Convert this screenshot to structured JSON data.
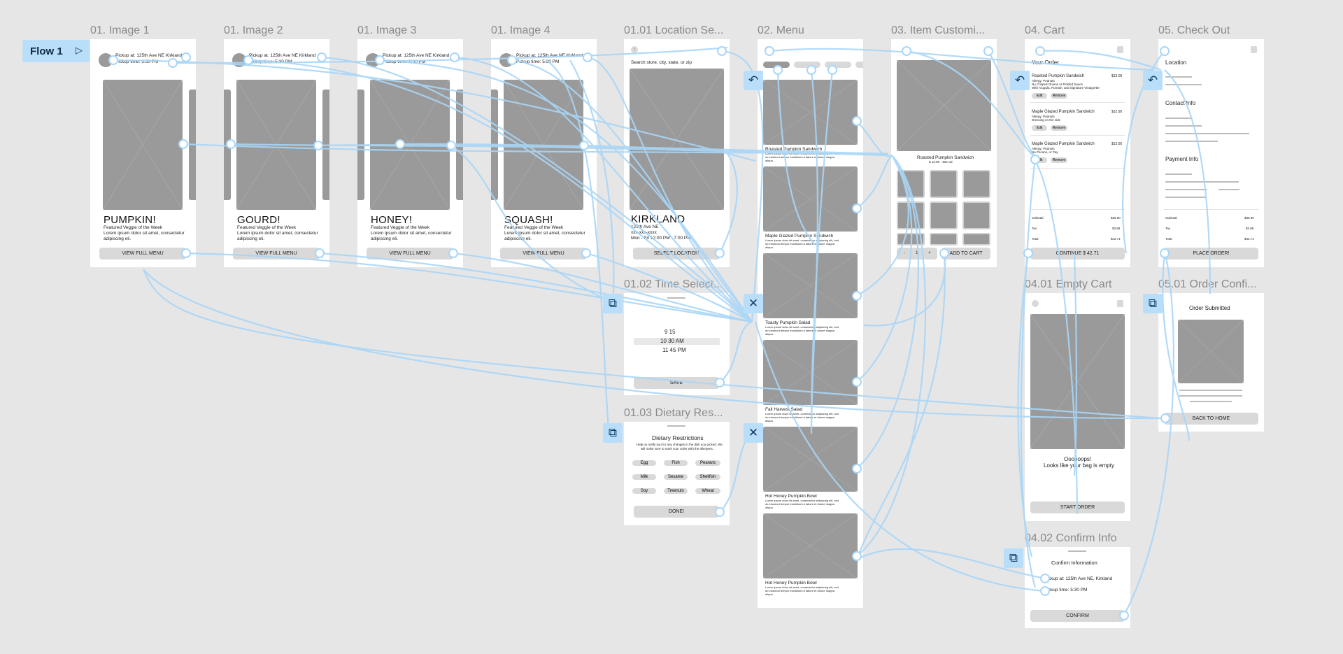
{
  "flow": {
    "label": "Flow 1",
    "play_icon": "play-icon"
  },
  "frames": {
    "image1": {
      "title": "01. Image 1",
      "pickup_at": "Pickup at: 125th Ave NE Kirkland",
      "pickup_time": "Pickup time: 5:30 PM",
      "headline": "PUMPKIN!",
      "sub": "Featured Veggie of the Week",
      "body1": "Lorem ipsum dolor sit amet, consectetur",
      "body2": "adipiscing eli.",
      "button": "VIEW FULL MENU"
    },
    "image2": {
      "title": "01. Image 2",
      "pickup_at": "Pickup at: 125th Ave NE Kirkland",
      "pickup_time": "Pickup time: 5:30 PM",
      "headline": "GOURD!",
      "sub": "Featured Veggie of the Week",
      "body1": "Lorem ipsum dolor sit amet, consectetur",
      "body2": "adipiscing eli.",
      "button": "VIEW FULL MENU"
    },
    "image3": {
      "title": "01. Image 3",
      "pickup_at": "Pickup at: 125th Ave NE Kirkland",
      "pickup_time": "Pickup time: 5:30 PM",
      "headline": "HONEY!",
      "sub": "Featured Veggie of the Week",
      "body1": "Lorem ipsum dolor sit amet, consectetur",
      "body2": "adipiscing eli.",
      "button": "VIEW FULL MENU"
    },
    "image4": {
      "title": "01. Image 4",
      "pickup_at": "Pickup at: 125th Ave NE Kirkland",
      "pickup_time": "Pickup time: 5:30 PM",
      "headline": "SQUASH!",
      "sub": "Featured Veggie of the Week",
      "body1": "Lorem ipsum dolor sit amet, consectetur",
      "body2": "adipiscing eli.",
      "button": "VIEW FULL MENU"
    },
    "location": {
      "title": "01.01 Location Se...",
      "search": "Search store, city, state, or zip",
      "city": "KIRKLAND",
      "addr": "125th Ave NE",
      "phone": "xxx-xxx-xxxx",
      "hours": "Mon - Fri 12:00 PM - 7:00 PM",
      "button": "SELECT LOCATION"
    },
    "time": {
      "title": "01.02 Time Select...",
      "row1": "9   15",
      "row2": "10   30   AM",
      "row3": "11   45   PM",
      "button": "SAVE"
    },
    "dietary": {
      "title": "01.03 Dietary Res...",
      "heading": "Dietary Restrictions",
      "desc1": "Help us notify you for any changes in the dish you picked. We",
      "desc2": "will make sure to mark your order with the allergens.",
      "chips": [
        "Egg",
        "Fish",
        "Peanuts",
        "Milk",
        "Sesame",
        "Shellfish",
        "Soy",
        "Treenuts",
        "Wheat"
      ],
      "button": "DONE!"
    },
    "menu": {
      "title": "02. Menu",
      "items": [
        "Roasted Pumpkin Sandwich",
        "Maple Glazed Pumpkin Sandwich",
        "Toasty Pumpkin Salad",
        "Fall Harvest Salad",
        "Hot Honey Pumpkin Bowl",
        "Hot Honey Pumpkin Bowl"
      ],
      "lorem1": "Lorem ipsum dolor sit amet, consectetur adipiscing elit, sed",
      "lorem2": "do eiusmod tempor incididunt ut labore et dolore magna",
      "lorem3": "aliqua."
    },
    "item": {
      "title": "03. Item Customi...",
      "name": "Roasted Pumpkin Sandwich",
      "price": "$ 12.99 · 450 cal",
      "minus": "-",
      "qty": "1",
      "plus": "+",
      "button": "ADD TO CART"
    },
    "cart": {
      "title": "04. Cart",
      "heading": "Your Order",
      "lines": [
        {
          "name": "Roasted Pumpkin Sandwich",
          "price": "$13.00",
          "d1": "Allergy: Peanuts",
          "d2": "No Crisped Onions or Pickled Sauce",
          "d3": "With Arugula, Romain, and Signature Vinaigrette"
        },
        {
          "name": "Maple Glazed Pumpkin Sandwich",
          "price": "$12.95",
          "d1": "Allergy: Peanuts",
          "d2": "Dressing on the side",
          "d3": ""
        },
        {
          "name": "Maple Glazed Pumpkin Sandwich",
          "price": "$12.95",
          "d1": "Allergy: Peanuts",
          "d2": "No Pecans, or Pay",
          "d3": ""
        }
      ],
      "edit": "Edit",
      "remove": "Remove",
      "subtotal": "Subtotal",
      "subtotal_v": "$38.90",
      "tax": "Tax",
      "tax_v": "$3.88",
      "total": "Total",
      "total_v": "$42.71",
      "button": "CONTINUE $ 42.71"
    },
    "empty": {
      "title": "04.01 Empty Cart",
      "msg1": "Oooooops!",
      "msg2": "Looks like your bag is empty",
      "button": "START ORDER"
    },
    "confirm": {
      "title": "04.02 Confirm Info",
      "heading": "Confirm Information",
      "pickup_at": "Pickup at: 125th Ave NE, Kirkland",
      "pickup_time": "Pickup time: 5:30 PM",
      "button": "CONFIRM"
    },
    "checkout": {
      "title": "05. Check Out",
      "location": "Location",
      "contact": "Contact Info",
      "payment": "Payment Info",
      "subtotal": "Subtotal",
      "subtotal_v": "$38.90",
      "tax": "Tax",
      "tax_v": "$3.88",
      "total": "Total",
      "total_v": "$42.71",
      "button": "PLACE ORDER!"
    },
    "submitted": {
      "title": "05.01 Order Confi...",
      "heading": "Order Submitted",
      "button": "BACK TO HOME"
    }
  }
}
